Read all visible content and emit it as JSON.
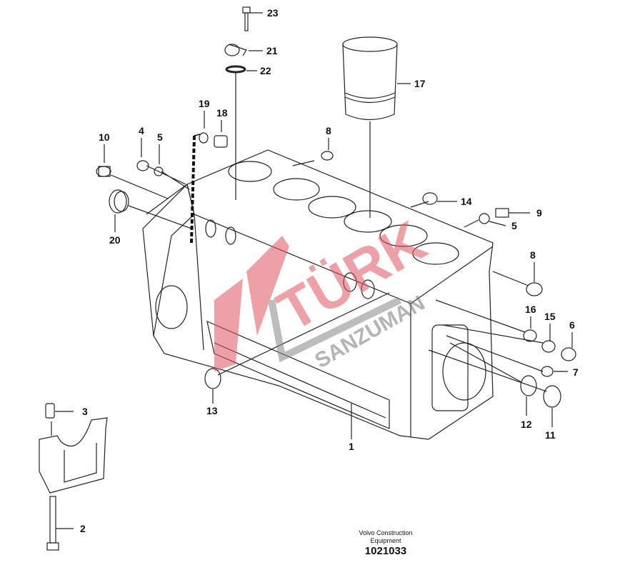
{
  "diagram": {
    "caption_line1": "Volvo Construction",
    "caption_line2": "Equipment",
    "part_number": "1021033",
    "watermark": {
      "brand": "TÜRK",
      "subtitle": "SANZUMAN",
      "color": "#e05560"
    },
    "callouts": [
      "1",
      "2",
      "3",
      "4",
      "5",
      "5",
      "6",
      "7",
      "8",
      "8",
      "9",
      "10",
      "11",
      "12",
      "13",
      "14",
      "15",
      "16",
      "17",
      "18",
      "19",
      "20",
      "21",
      "22",
      "23"
    ]
  }
}
